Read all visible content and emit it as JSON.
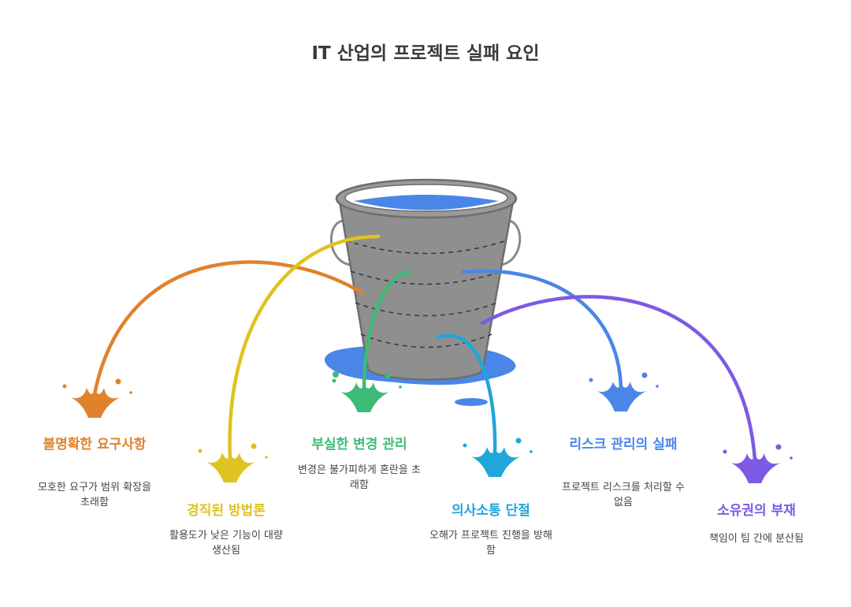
{
  "title": "IT 산업의 프로젝트 실패 요인",
  "colors": {
    "bucket": "#8f8f8f",
    "bucket_outline": "#6e6e6e",
    "water": "#4a86e8"
  },
  "factors": [
    {
      "title": "불명확한 요구사항",
      "desc": "모호한 요구가 범위 확장을 초래함",
      "color": "#e0822c"
    },
    {
      "title": "경직된 방법론",
      "desc": "활용도가 낮은 기능이 대량 생산됨",
      "color": "#dfc31e"
    },
    {
      "title": "부실한 변경 관리",
      "desc": "변경은 불가피하게 혼란을 초래함",
      "color": "#3cbc76"
    },
    {
      "title": "의사소통 단절",
      "desc": "오해가 프로젝트 진행을 방해함",
      "color": "#20a6db"
    },
    {
      "title": "리스크 관리의 실패",
      "desc": "프로젝트 리스크를 처리할 수 없음",
      "color": "#4a86e8"
    },
    {
      "title": "소유권의 부재",
      "desc": "책임이 팀 간에 분산됨",
      "color": "#7d5ae3"
    }
  ]
}
